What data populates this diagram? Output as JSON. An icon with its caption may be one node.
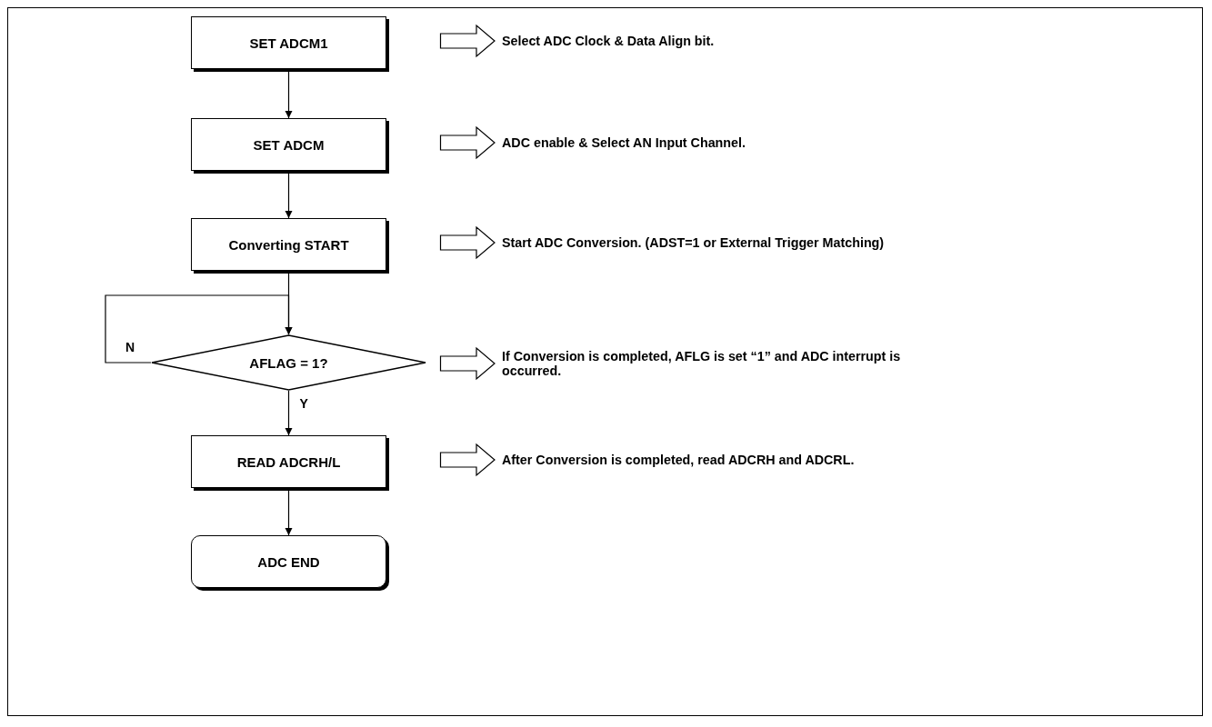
{
  "diagram": {
    "nodes": [
      {
        "text": [
          "SET ADCM1"
        ]
      },
      {
        "text": [
          "Select ADC Clock & Data Align bit."
        ]
      },
      {
        "text": [
          "SET ADCM"
        ]
      },
      {
        "text": [
          "ADC enable & Select AN Input Channel."
        ]
      },
      {
        "text": [
          "Converting START"
        ]
      },
      {
        "text": [
          "Start ADC Conversion. (ADST=1 or External Trigger Matching)"
        ]
      },
      {
        "text": [
          "AFLAG = 1?"
        ]
      },
      {
        "text": [
          "If Conversion is completed, AFLG is set “1” and ADC interrupt is occurred."
        ]
      },
      {
        "text": [
          "READ ADCRH/L"
        ]
      },
      {
        "text": [
          "After Conversion is completed, read ADCRH and ADCRL."
        ]
      },
      {
        "text": [
          "ADC END"
        ]
      }
    ],
    "edges": [
      {
        "from": 0,
        "to": 1,
        "arrow": "to",
        "style": "thick"
      },
      {
        "from": 0,
        "to": 2,
        "arrow": "to"
      },
      {
        "from": 2,
        "to": 3,
        "arrow": "to",
        "style": "thick"
      },
      {
        "from": 2,
        "to": 4,
        "arrow": "to"
      },
      {
        "from": 4,
        "to": 5,
        "arrow": "to",
        "style": "thick"
      },
      {
        "from": 4,
        "to": 6,
        "arrow": "to"
      },
      {
        "from": 6,
        "to": 6,
        "arrow": "to",
        "label": "N"
      },
      {
        "from": 6,
        "to": 7,
        "arrow": "to",
        "style": "thick"
      },
      {
        "from": 6,
        "to": 8,
        "arrow": "to",
        "label": "Y"
      },
      {
        "from": 8,
        "to": 9,
        "arrow": "to",
        "style": "thick"
      },
      {
        "from": 8,
        "to": 10,
        "arrow": "to"
      }
    ]
  }
}
